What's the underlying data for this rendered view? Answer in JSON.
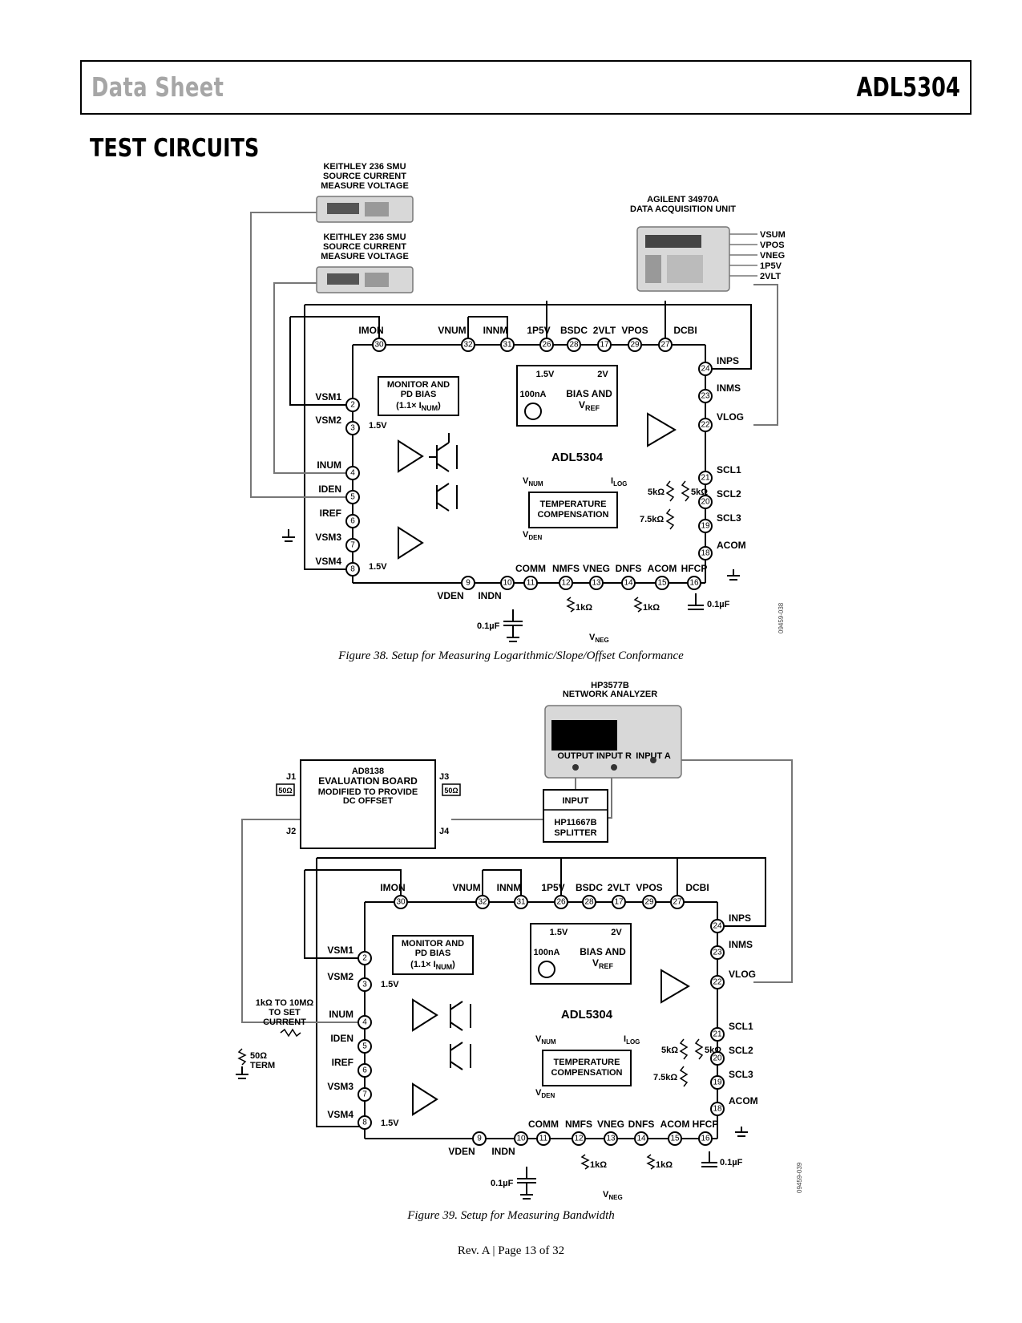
{
  "header": {
    "left": "Data Sheet",
    "right": "ADL5304"
  },
  "section_title": "TEST CIRCUITS",
  "fig38": {
    "smu1": [
      "KEITHLEY 236 SMU",
      "SOURCE CURRENT",
      "MEASURE VOLTAGE"
    ],
    "smu2": [
      "KEITHLEY 236 SMU",
      "SOURCE CURRENT",
      "MEASURE VOLTAGE"
    ],
    "daq": [
      "AGILENT 34970A",
      "DATA ACQUISITION UNIT"
    ],
    "daq_outputs": [
      "VSUM",
      "VPOS",
      "VNEG",
      "1P5V",
      "2VLT"
    ],
    "top_pins": [
      {
        "name": "IMON",
        "num": "30"
      },
      {
        "name": "VNUM",
        "num": "32"
      },
      {
        "name": "INNM",
        "num": "31"
      },
      {
        "name": "1P5V",
        "num": "26"
      },
      {
        "name": "BSDC",
        "num": "28"
      },
      {
        "name": "2VLT",
        "num": "17"
      },
      {
        "name": "VPOS",
        "num": "29"
      },
      {
        "name": "DCBI",
        "num": "27"
      }
    ],
    "left_pins": [
      {
        "name": "VSM1",
        "num": "2"
      },
      {
        "name": "VSM2",
        "num": "3"
      },
      {
        "name": "INUM",
        "num": "4"
      },
      {
        "name": "IDEN",
        "num": "5"
      },
      {
        "name": "IREF",
        "num": "6"
      },
      {
        "name": "VSM3",
        "num": "7"
      },
      {
        "name": "VSM4",
        "num": "8"
      }
    ],
    "right_pins": [
      {
        "name": "INPS",
        "num": "24"
      },
      {
        "name": "INMS",
        "num": "23"
      },
      {
        "name": "VLOG",
        "num": "22"
      },
      {
        "name": "SCL1",
        "num": "21"
      },
      {
        "name": "SCL2",
        "num": "20"
      },
      {
        "name": "SCL3",
        "num": "19"
      },
      {
        "name": "ACOM",
        "num": "18"
      }
    ],
    "bottom_pins": [
      {
        "name": "VDEN",
        "num": "9"
      },
      {
        "name": "INDN",
        "num": "10"
      },
      {
        "name": "COMM",
        "num": "11"
      },
      {
        "name": "NMFS",
        "num": "12"
      },
      {
        "name": "VNEG",
        "num": "13"
      },
      {
        "name": "DNFS",
        "num": "14"
      },
      {
        "name": "ACOM",
        "num": "15"
      },
      {
        "name": "HFCP",
        "num": "16"
      }
    ],
    "monitor": [
      "MONITOR AND",
      "PD BIAS",
      "(1.1× I",
      "NUM",
      ")"
    ],
    "bias": {
      "v15": "1.5V",
      "v2": "2V",
      "cur": "100nA",
      "l1": "BIAS AND",
      "l2": "V",
      "l2sub": "REF"
    },
    "chip": "ADL5304",
    "temp": [
      "TEMPERATURE",
      "COMPENSATION"
    ],
    "vnum": "V",
    "vnum_sub": "NUM",
    "vden_sub": "DEN",
    "ilog": "I",
    "ilog_sub": "LOG",
    "r5k": "5kΩ",
    "r75k": "7.5kΩ",
    "r1k": "1kΩ",
    "v15": "1.5V",
    "cap": "0.1µF",
    "vneg": "V",
    "vneg_sub": "NEG",
    "code": "09459-038",
    "caption": "Figure 38. Setup for Measuring Logarithmic/Slope/Offset Conformance"
  },
  "fig39": {
    "na": [
      "HP3577B",
      "NETWORK ANALYZER"
    ],
    "na_ports": [
      "OUTPUT",
      "INPUT R",
      "INPUT A"
    ],
    "splitter": [
      "INPUT",
      "HP11667B",
      "SPLITTER"
    ],
    "evb": [
      "AD8138",
      "EVALUATION BOARD",
      "MODIFIED TO PROVIDE",
      "DC OFFSET"
    ],
    "connectors": [
      "J1",
      "J2",
      "J3",
      "J4"
    ],
    "term50": "50Ω",
    "set_current": [
      "1kΩ TO 10MΩ",
      "TO SET",
      "CURRENT"
    ],
    "term": [
      "50Ω",
      "TERM"
    ],
    "code": "09459-039",
    "caption": "Figure 39. Setup for Measuring Bandwidth"
  },
  "footer": "Rev. A | Page 13 of 32"
}
